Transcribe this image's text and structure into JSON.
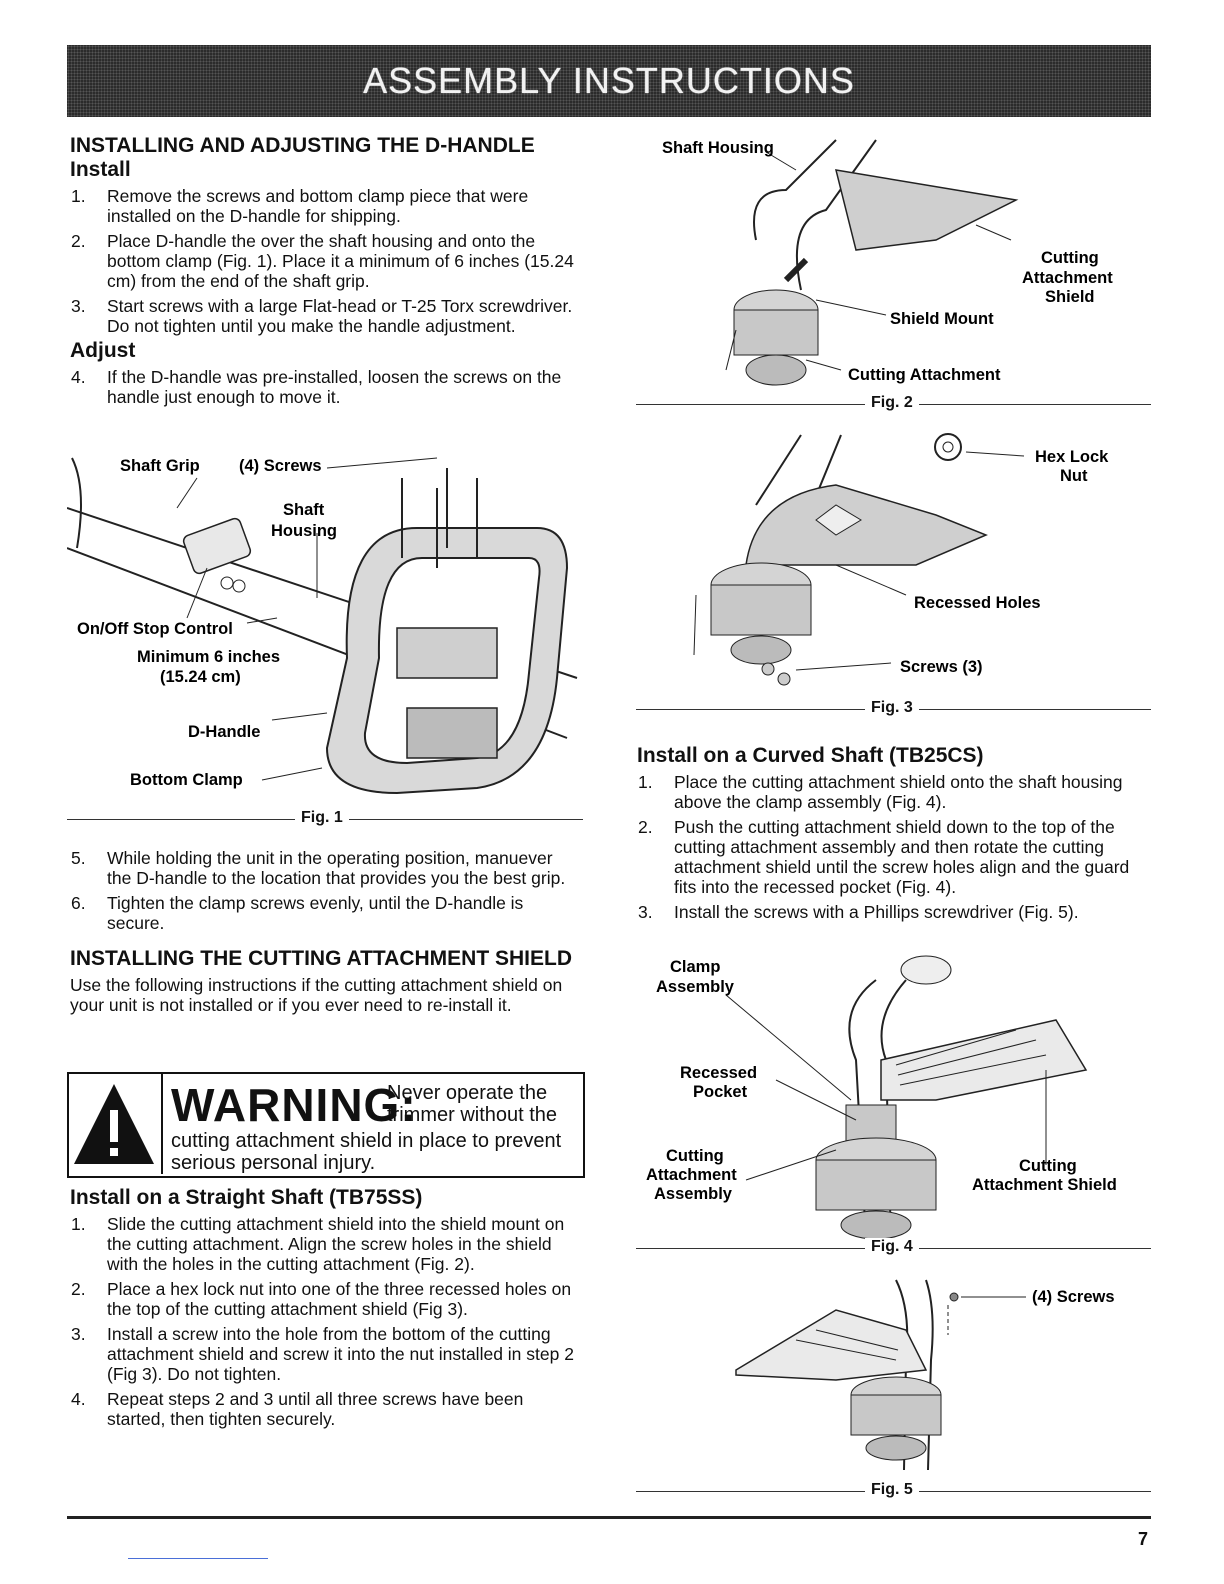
{
  "banner": {
    "title": "ASSEMBLY INSTRUCTIONS"
  },
  "dhandle": {
    "heading": "INSTALLING AND ADJUSTING THE D-HANDLE",
    "install_heading": "Install",
    "install_steps": [
      {
        "n": "1.",
        "text": "Remove the screws and bottom clamp piece that were installed on the D-handle for shipping."
      },
      {
        "n": "2.",
        "text": "Place D-handle the over the shaft housing and onto the bottom clamp (Fig. 1). Place it a minimum of 6 inches (15.24 cm) from the end of the shaft grip."
      },
      {
        "n": "3.",
        "text": "Start screws with a large Flat-head or T-25 Torx screwdriver. Do not tighten until you make the handle adjustment."
      }
    ],
    "adjust_heading": "Adjust",
    "adjust_steps": [
      {
        "n": "4.",
        "text": "If the D-handle was pre-installed, loosen the screws on the handle just enough to move it."
      }
    ],
    "after_steps": [
      {
        "n": "5.",
        "text": "While holding the unit in the operating position, manuever the D-handle to the location that provides you the best grip."
      },
      {
        "n": "6.",
        "text": "Tighten the clamp screws evenly, until the D-handle is secure."
      }
    ]
  },
  "fig1": {
    "caption": "Fig. 1",
    "labels": {
      "shaft_grip": "Shaft Grip",
      "screws": "(4) Screws",
      "shaft": "Shaft",
      "housing": "Housing",
      "on_off": "On/Off Stop Control",
      "min1": "Minimum 6 inches",
      "min2": "(15.24 cm)",
      "dhandle": "D-Handle",
      "bottom_clamp": "Bottom Clamp"
    }
  },
  "shield": {
    "heading": "INSTALLING THE CUTTING ATTACHMENT SHIELD",
    "intro": "Use the following instructions if the cutting attachment shield on your unit is not installed or if you ever need to re-install it.",
    "warning_title": "WARNING:",
    "warning_a": "Never operate the trimmer without the",
    "warning_b": "cutting attachment shield in place to prevent serious personal injury.",
    "straight_heading": "Install on a Straight Shaft (TB75SS)",
    "straight_steps": [
      {
        "n": "1.",
        "text": "Slide the cutting attachment shield into the shield mount on the cutting attachment. Align the screw holes in the shield with the holes in the cutting attachment (Fig. 2)."
      },
      {
        "n": "2.",
        "text": "Place a hex lock nut into one of the three recessed holes on the top of the cutting attachment shield (Fig 3)."
      },
      {
        "n": "3.",
        "text": "Install a screw into the hole from the bottom of the cutting attachment shield and screw it into the nut installed in step 2 (Fig 3). Do not tighten."
      },
      {
        "n": "4.",
        "text": "Repeat steps 2 and 3 until all three screws have been started, then tighten securely."
      }
    ],
    "curved_heading": "Install on a Curved Shaft (TB25CS)",
    "curved_steps": [
      {
        "n": "1.",
        "text": "Place the cutting attachment shield onto the shaft housing above the clamp assembly (Fig. 4)."
      },
      {
        "n": "2.",
        "text": "Push the cutting attachment shield down to the top of the cutting attachment assembly and then rotate the cutting attachment shield until the screw holes align and the guard fits into the recessed pocket (Fig. 4)."
      },
      {
        "n": "3.",
        "text": "Install the screws with a Phillips screwdriver (Fig. 5)."
      }
    ]
  },
  "fig2": {
    "caption": "Fig. 2",
    "labels": {
      "shaft_housing": "Shaft Housing",
      "cutting": "Cutting",
      "attachment": "Attachment",
      "shield": "Shield",
      "shield_mount": "Shield Mount",
      "cutting_attachment": "Cutting Attachment"
    }
  },
  "fig3": {
    "caption": "Fig. 3",
    "labels": {
      "hex": "Hex Lock",
      "nut": "Nut",
      "recessed_holes": "Recessed Holes",
      "screws": "Screws (3)"
    }
  },
  "fig4": {
    "caption": "Fig. 4",
    "labels": {
      "clamp": "Clamp",
      "assembly": "Assembly",
      "recessed": "Recessed",
      "pocket": "Pocket",
      "ca1": "Cutting",
      "ca2": "Attachment",
      "ca3": "Assembly",
      "cas1": "Cutting",
      "cas2": "Attachment Shield"
    }
  },
  "fig5": {
    "caption": "Fig. 5",
    "labels": {
      "screws": "(4) Screws"
    }
  },
  "page_number": "7"
}
